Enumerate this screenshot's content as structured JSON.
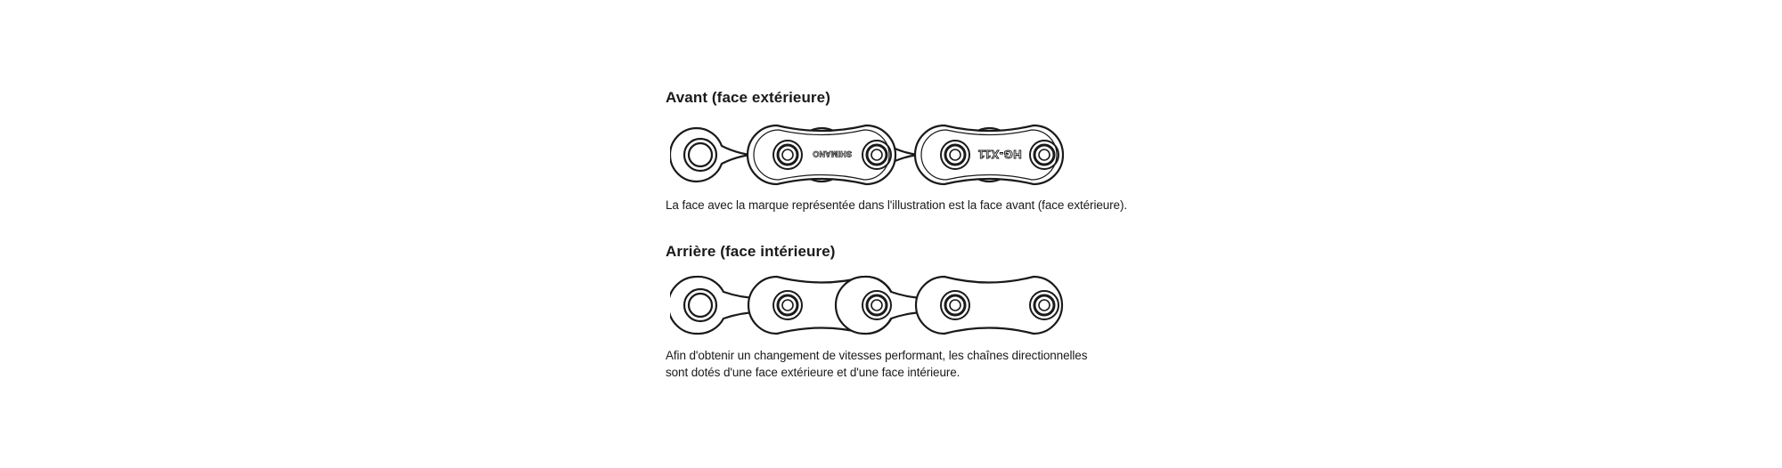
{
  "front": {
    "title": "Avant (face extérieure)",
    "caption": "La face avec la marque représentée dans l'illustration est la face avant (face extérieure).",
    "brand_mark": "SHIMANO",
    "model_mark": "HG-X11"
  },
  "back": {
    "title": "Arrière (face intérieure)",
    "caption_lines": [
      "Afin d'obtenir un changement de vitesses performant, les chaînes directionnelles",
      "sont dotés d'une face extérieure et d'une face intérieure."
    ]
  },
  "colors": {
    "line": "#1a1a1a",
    "background": "#ffffff"
  }
}
